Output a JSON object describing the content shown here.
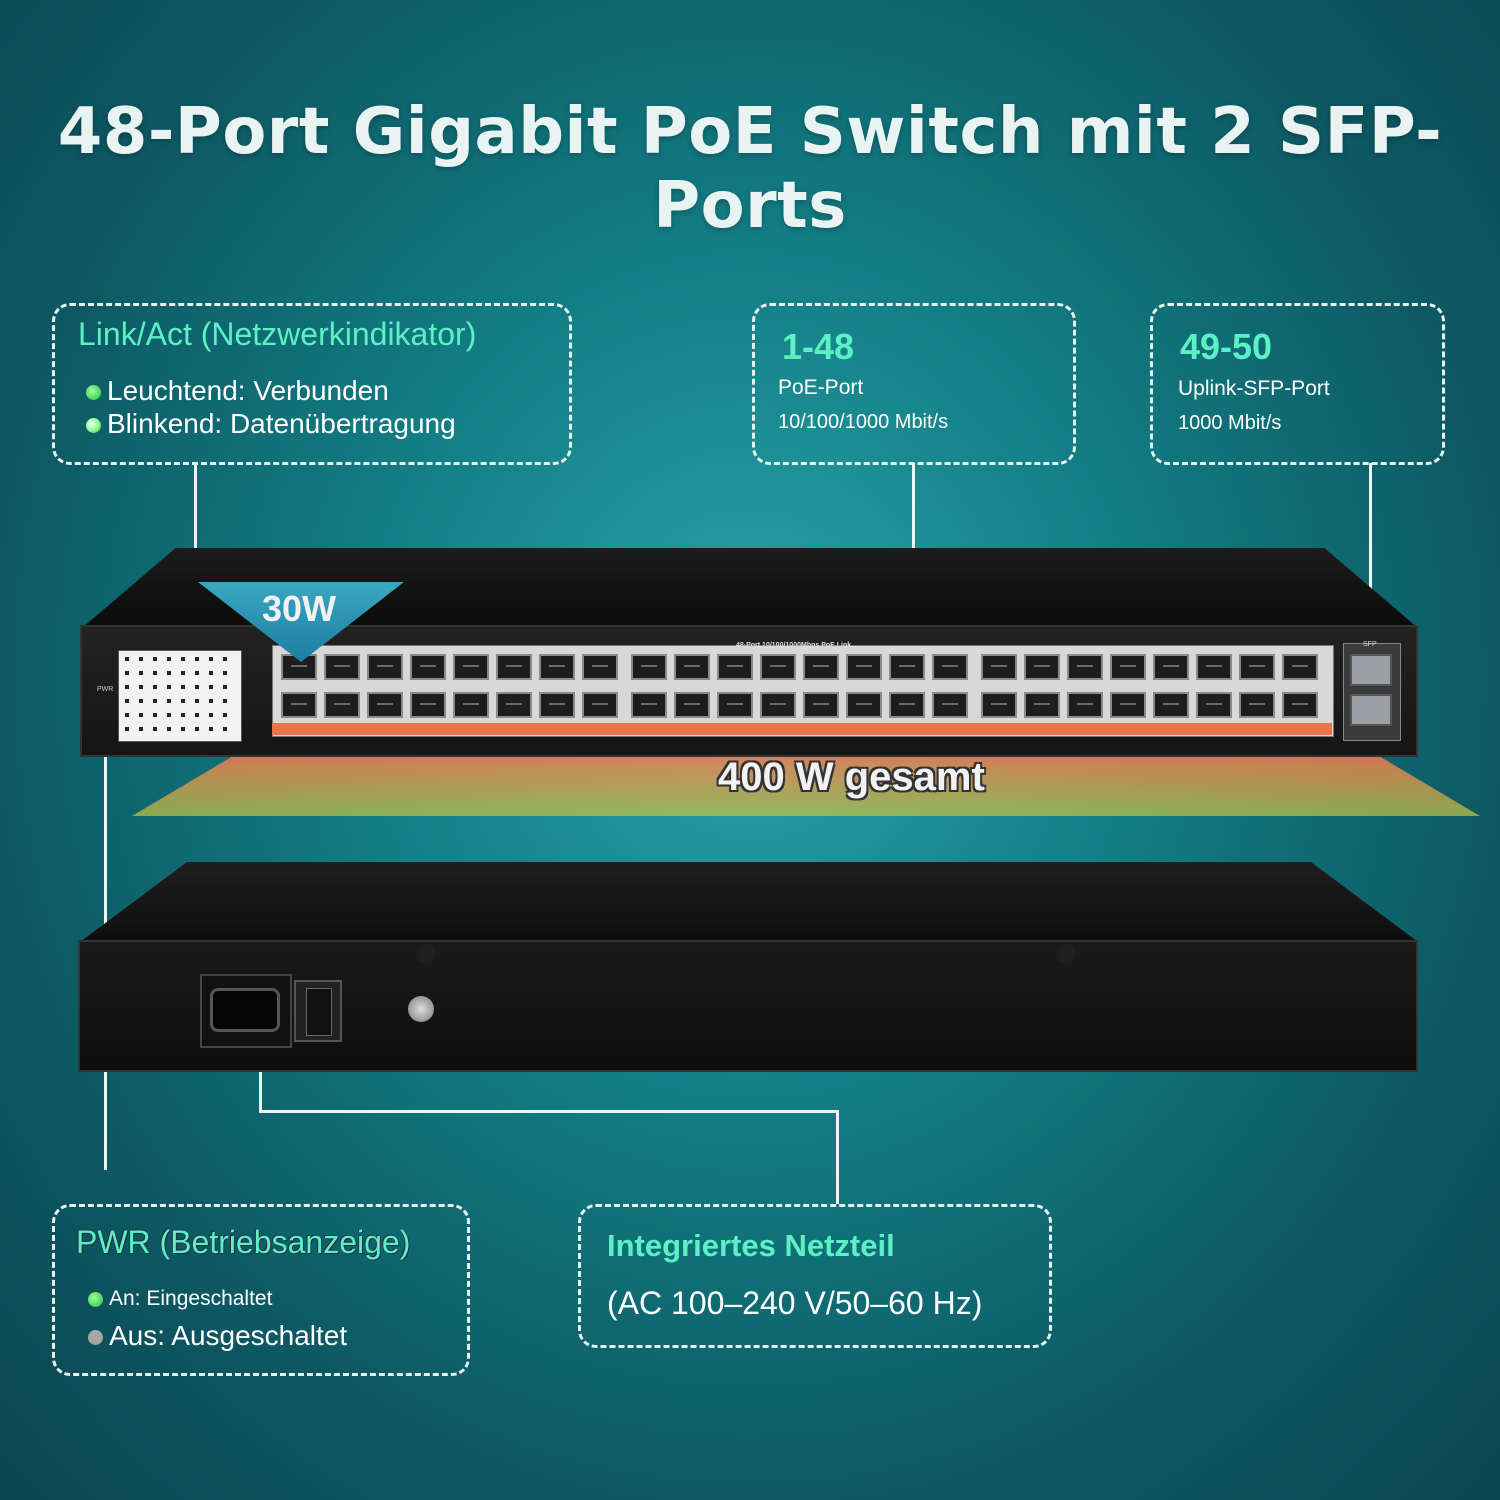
{
  "title": "48-Port Gigabit PoE Switch mit 2 SFP-Ports",
  "link_act": {
    "heading": "Link/Act (Netzwerkindikator)",
    "items": [
      "Leuchtend: Verbunden",
      "Blinkend: Datenübertragung"
    ]
  },
  "poe_ports": {
    "heading": "1-48",
    "line1": "PoE-Port",
    "line2": "10/100/1000 Mbit/s"
  },
  "sfp_ports": {
    "heading": "49-50",
    "line1": "Uplink-SFP-Port",
    "line2": "1000 Mbit/s"
  },
  "per_port_power": "30W",
  "total_power": "400 W gesamt",
  "switch_labels": {
    "front_label": "48-Port 10/100/1000Mbps PoE Link",
    "sfp": "SFP",
    "pwr": "PWR"
  },
  "pwr": {
    "heading": "PWR (Betriebsanzeige)",
    "items": [
      "An: Eingeschaltet",
      "Aus: Ausgeschaltet"
    ]
  },
  "psu": {
    "heading": "Integriertes Netzteil",
    "line1": "(AC 100–240 V/50–60 Hz)"
  },
  "colors": {
    "accent": "#5ef0c5",
    "background": "#137f86",
    "led_green": "#22c23a",
    "led_grey": "#a7a7a7"
  }
}
